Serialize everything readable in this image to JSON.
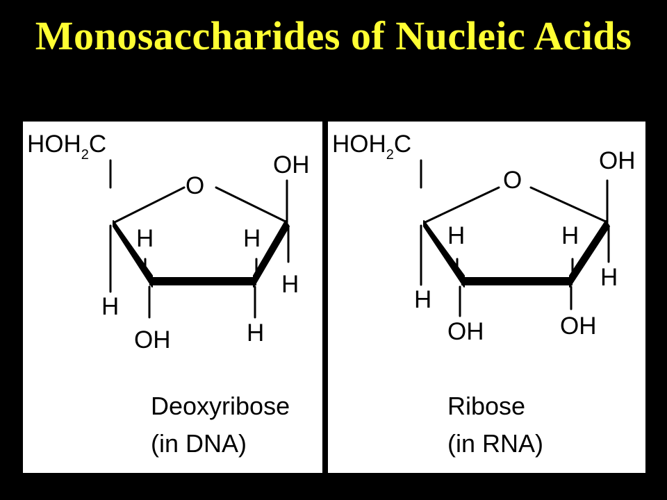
{
  "title": "Monosaccharides of Nucleic Acids",
  "panels": [
    {
      "name": "deoxyribose",
      "labels": {
        "c5": "HOH",
        "c5_sub": "2",
        "c5_c": "C",
        "ring_o": "O",
        "c1_oh": "OH",
        "c4_h": "H",
        "c3_h_top": "H",
        "c2_h_top": "H",
        "c1_h": "H",
        "c3_bottom": "OH",
        "c2_bottom": "H"
      },
      "caption_line1": "Deoxyribose",
      "caption_line2": "(in DNA)"
    },
    {
      "name": "ribose",
      "labels": {
        "c5": "HOH",
        "c5_sub": "2",
        "c5_c": "C",
        "ring_o": "O",
        "c1_oh": "OH",
        "c4_h": "H",
        "c3_h_top": "H",
        "c2_h_top": "H",
        "c1_h": "H",
        "c3_bottom": "OH",
        "c2_bottom": "OH"
      },
      "caption_line1": "Ribose",
      "caption_line2": "(in RNA)"
    }
  ]
}
